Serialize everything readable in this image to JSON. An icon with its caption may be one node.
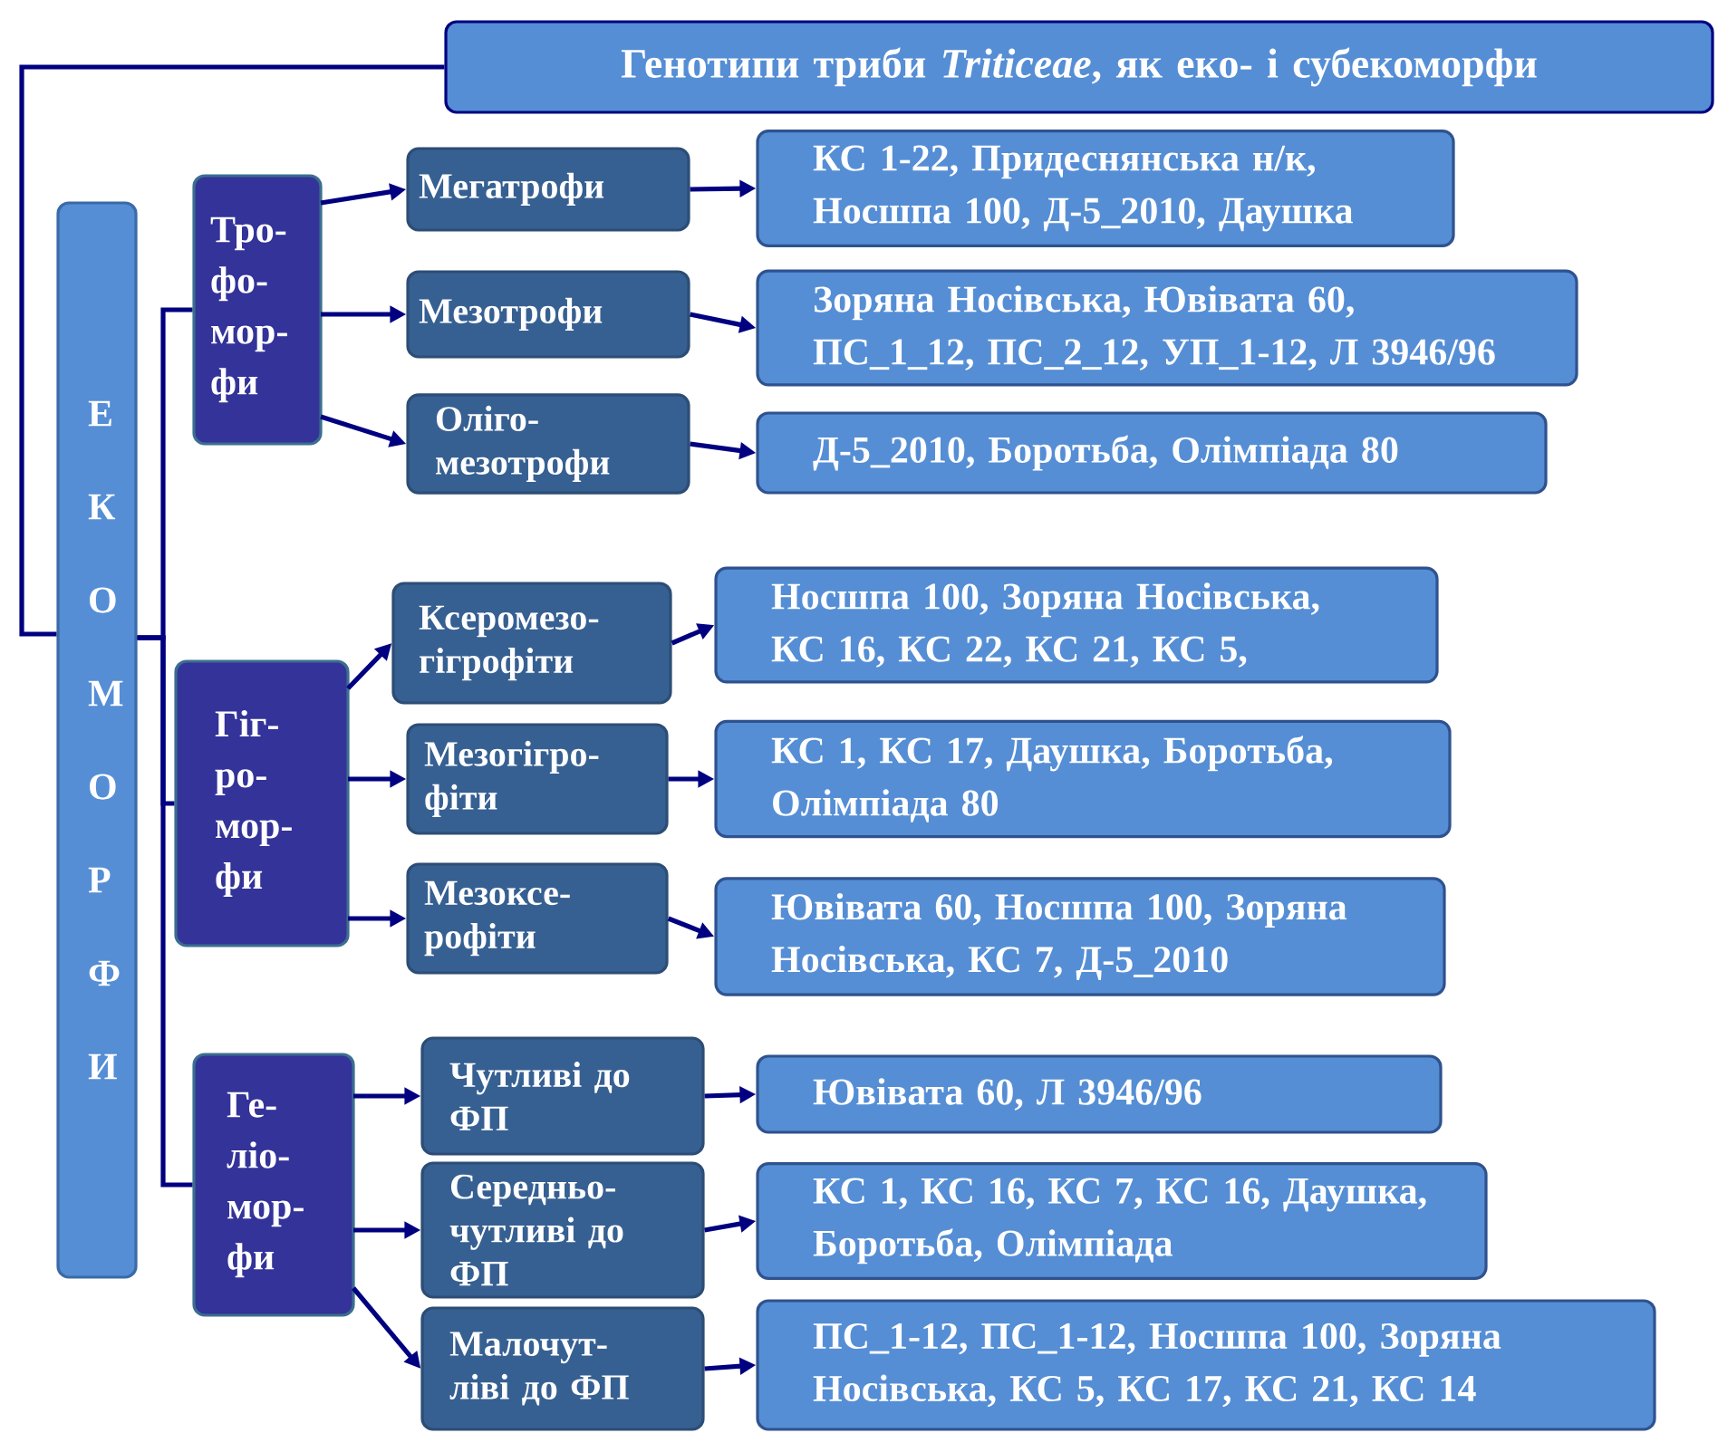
{
  "diagram": {
    "nodes": [
      {
        "text": [
          "Генотипи триби *Triticeae*, як еко- і субекоморфи"
        ]
      },
      {
        "text": [
          "Е К О М О Р Ф И"
        ]
      },
      {
        "text": [
          "Тро- фо- мор- фи"
        ]
      },
      {
        "text": [
          "Мегатрофи"
        ]
      },
      {
        "text": [
          "КС 1-22, Придеснянська н/к, Носшпа 100, Д-5_2010, Даушка"
        ]
      },
      {
        "text": [
          "Мезотрофи"
        ]
      },
      {
        "text": [
          "Зоряна Носівська, Ювівата 60, ПС_1_12, ПС_2_12, УП_1-12, Л 3946/96"
        ]
      },
      {
        "text": [
          "Оліго- мезотрофи"
        ]
      },
      {
        "text": [
          "Д-5_2010, Боротьба, Олімпіада 80"
        ]
      },
      {
        "text": [
          "Гіг- ро- мор- фи"
        ]
      },
      {
        "text": [
          "Ксеромезо- гігрофіти"
        ]
      },
      {
        "text": [
          "Носшпа 100, Зоряна Носівська, КС 16, КС 22, КС 21, КС 5,"
        ]
      },
      {
        "text": [
          "Мезогігро- фіти"
        ]
      },
      {
        "text": [
          "КС 1, КС 17, Даушка, Боротьба, Олімпіада 80"
        ]
      },
      {
        "text": [
          "Мезоксе- рофіти"
        ]
      },
      {
        "text": [
          "Ювівата 60, Носшпа 100, Зоряна Носівська, КС 7, Д-5_2010"
        ]
      },
      {
        "text": [
          "Ге- ліо- мор- фи"
        ]
      },
      {
        "text": [
          "Чутливі до ФП"
        ]
      },
      {
        "text": [
          "Ювівата 60, Л 3946/96"
        ]
      },
      {
        "text": [
          "Середньо- чутливі до ФП"
        ]
      },
      {
        "text": [
          "КС 1, КС 16, КС 7, КС 16, Даушка, Боротьба, Олімпіада"
        ]
      },
      {
        "text": [
          "Малочут- ліві до ФП"
        ]
      },
      {
        "text": [
          "ПС_1-12, ПС_1-12, Носшпа 100, Зоряна Носівська, КС 5, КС 17, КС 21, КС 14"
        ]
      }
    ],
    "edges": [
      {
        "from": 0,
        "to": 1,
        "arrow": "none"
      },
      {
        "from": 1,
        "to": 2,
        "arrow": "none"
      },
      {
        "from": 1,
        "to": 9,
        "arrow": "none"
      },
      {
        "from": 1,
        "to": 16,
        "arrow": "none"
      },
      {
        "from": 2,
        "to": 3,
        "arrow": "to"
      },
      {
        "from": 3,
        "to": 4,
        "arrow": "to"
      },
      {
        "from": 2,
        "to": 5,
        "arrow": "to"
      },
      {
        "from": 5,
        "to": 6,
        "arrow": "to"
      },
      {
        "from": 2,
        "to": 7,
        "arrow": "to"
      },
      {
        "from": 7,
        "to": 8,
        "arrow": "to"
      },
      {
        "from": 9,
        "to": 10,
        "arrow": "to"
      },
      {
        "from": 10,
        "to": 11,
        "arrow": "to"
      },
      {
        "from": 9,
        "to": 12,
        "arrow": "to"
      },
      {
        "from": 12,
        "to": 13,
        "arrow": "to"
      },
      {
        "from": 9,
        "to": 14,
        "arrow": "to"
      },
      {
        "from": 14,
        "to": 15,
        "arrow": "to"
      },
      {
        "from": 16,
        "to": 17,
        "arrow": "to"
      },
      {
        "from": 17,
        "to": 18,
        "arrow": "to"
      },
      {
        "from": 16,
        "to": 19,
        "arrow": "to"
      },
      {
        "from": 19,
        "to": 20,
        "arrow": "to"
      },
      {
        "from": 16,
        "to": 21,
        "arrow": "to"
      },
      {
        "from": 21,
        "to": 22,
        "arrow": "to"
      }
    ]
  }
}
